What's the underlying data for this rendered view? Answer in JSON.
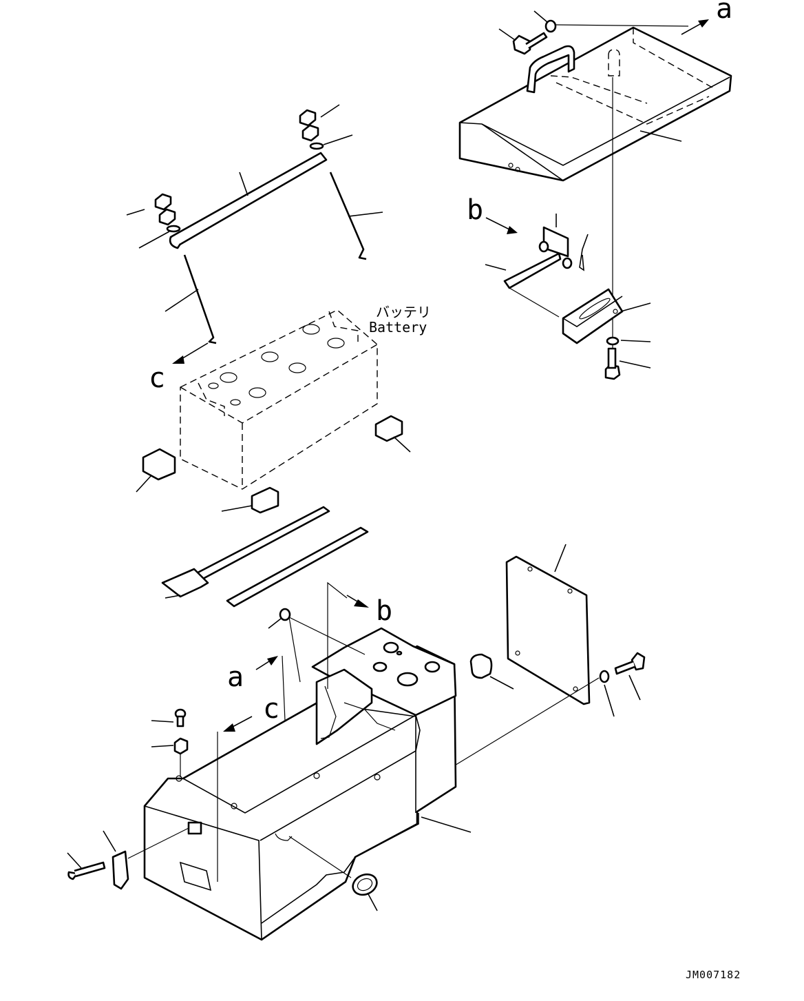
{
  "labels": {
    "ref_a": "a",
    "ref_b": "b",
    "ref_c": "c",
    "battery_jp": "バッテリ",
    "battery_en": "Battery",
    "drawing_code": "JM007182"
  }
}
